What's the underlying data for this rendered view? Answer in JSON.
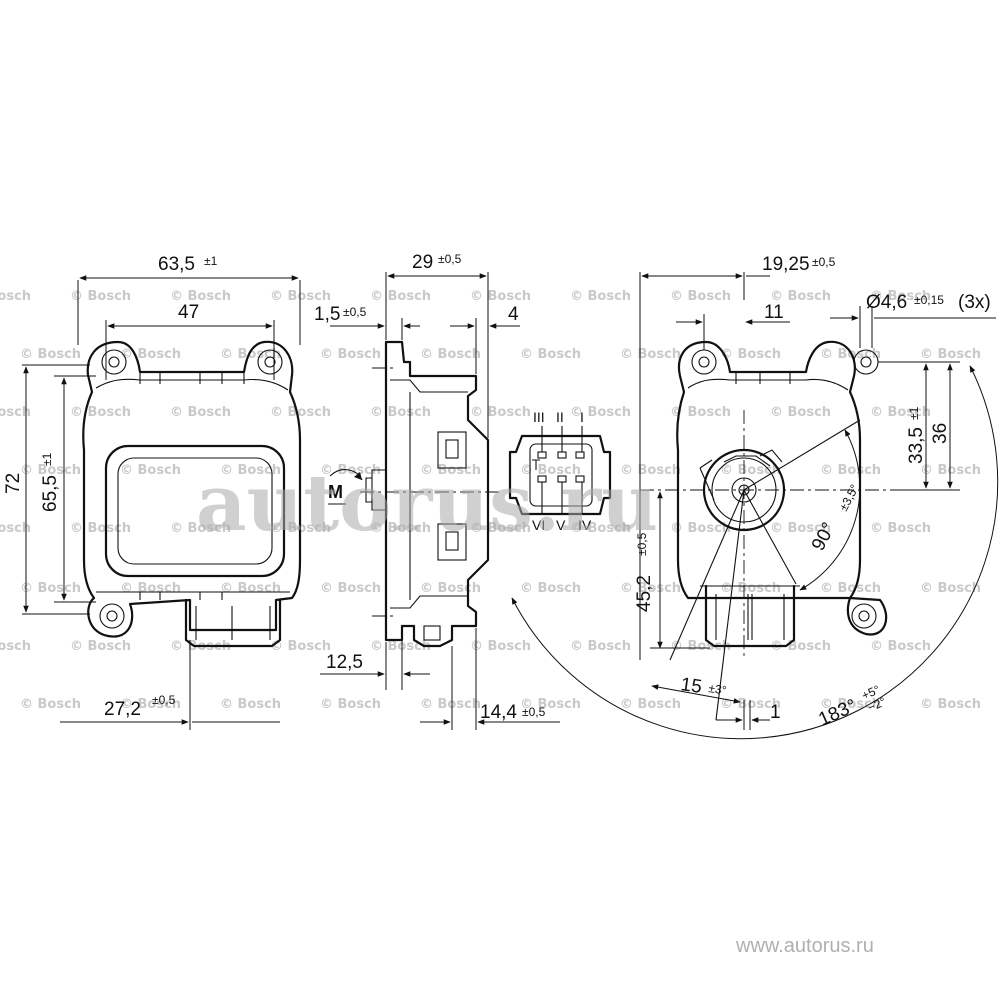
{
  "dimensions": {
    "d_63_5": {
      "value": "63,5",
      "tol": "±1"
    },
    "d_47": {
      "value": "47"
    },
    "d_72": {
      "value": "72"
    },
    "d_65_5": {
      "value": "65,5",
      "tol": "±1"
    },
    "d_27_2": {
      "value": "27,2",
      "tol": "±0,5"
    },
    "d_29": {
      "value": "29",
      "tol": "±0,5"
    },
    "d_1_5": {
      "value": "1,5",
      "tol": "±0,5"
    },
    "d_4": {
      "value": "4"
    },
    "d_12_5": {
      "value": "12,5"
    },
    "d_14_4": {
      "value": "14,4",
      "tol": "±0,5"
    },
    "d_19_25": {
      "value": "19,25",
      "tol": "±0,5"
    },
    "d_11": {
      "value": "11"
    },
    "d_4_6": {
      "value": "Ø4,6",
      "tol": "±0,15",
      "suffix": "(3x)"
    },
    "d_33_5": {
      "value": "33,5",
      "tol": "±1"
    },
    "d_36": {
      "value": "36"
    },
    "d_45_2": {
      "value": "45,2",
      "tol": "±0,5"
    },
    "d_90": {
      "value": "90°",
      "tol": "±3,5°"
    },
    "d_15": {
      "value": "15",
      "tol": "±3°"
    },
    "d_1": {
      "value": "1"
    },
    "d_183": {
      "value": "183°",
      "tol_plus": "+5°",
      "tol_minus": "−2°"
    }
  },
  "motor_label": "M",
  "connector_pins": {
    "top": [
      "III",
      "II",
      "I"
    ],
    "bottom": [
      "VI",
      "V",
      "IV"
    ]
  },
  "watermark_brand": "© Bosch",
  "watermark_big": "autorus.ru",
  "site_url": "www.autorus.ru"
}
